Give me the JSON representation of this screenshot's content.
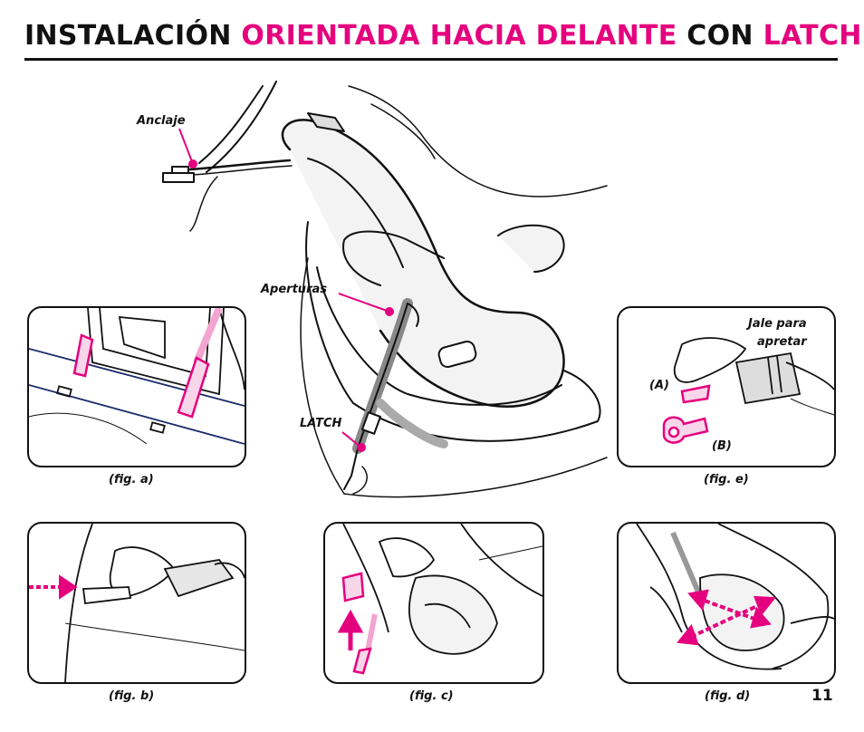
{
  "title": {
    "part1": "INSTALACIÓN ",
    "part2": "ORIENTADA HACIA DELANTE",
    "part3": " CON ",
    "part4": "LATCH"
  },
  "labels": {
    "anclaje": "Anclaje",
    "aperturas": "Aperturas",
    "latch": "LATCH",
    "jale": "Jale para",
    "apretar": "apretar",
    "a": "(A)",
    "b": "(B)"
  },
  "captions": {
    "fig_a": "(fig. a)",
    "fig_b": "(fig. b)",
    "fig_c": "(fig. c)",
    "fig_d": "(fig. d)",
    "fig_e": "(fig. e)"
  },
  "page_number": "11",
  "colors": {
    "accent": "#e5007e",
    "ink": "#111111"
  }
}
